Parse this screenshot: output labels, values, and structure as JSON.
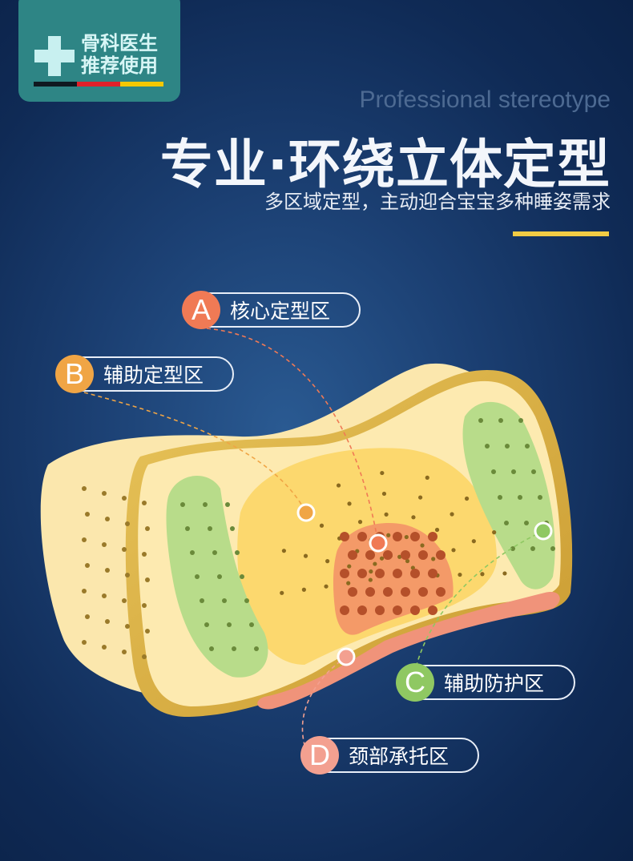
{
  "badge": {
    "line1": "骨科医生",
    "line2": "推荐使用",
    "flag_colors": [
      "#101820",
      "#e0202a",
      "#f5c800"
    ]
  },
  "header": {
    "subtitle_en": "Professional stereotype",
    "title": "专业·环绕立体定型",
    "description": "多区域定型，主动迎合宝宝多种睡姿需求",
    "accent": "#f2cc44"
  },
  "zones": [
    {
      "letter": "A",
      "label": "核心定型区",
      "color": "#f07a55"
    },
    {
      "letter": "B",
      "label": "辅助定型区",
      "color": "#f0a545"
    },
    {
      "letter": "C",
      "label": "辅助防护区",
      "color": "#8fc862"
    },
    {
      "letter": "D",
      "label": "颈部承托区",
      "color": "#f3a090"
    }
  ]
}
